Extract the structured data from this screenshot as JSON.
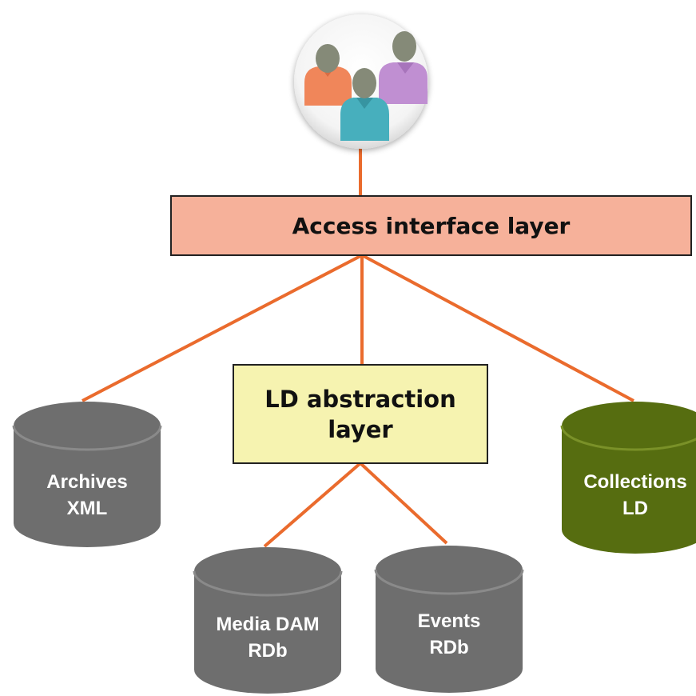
{
  "access_layer": {
    "label": "Access interface layer"
  },
  "ld_layer": {
    "label": "LD abstraction\nlayer"
  },
  "databases": {
    "archives": {
      "label": "Archives\nXML",
      "color": "#6e6e6e"
    },
    "collections": {
      "label": "Collections\nLD",
      "color": "#566d10"
    },
    "media": {
      "label": "Media DAM\nRDb",
      "color": "#6e6e6e"
    },
    "events": {
      "label": "Events\nRDb",
      "color": "#6e6e6e"
    }
  },
  "users_icon": {
    "icon": "users-group-icon",
    "colors": [
      "#f0865a",
      "#47afbd",
      "#c08fd2"
    ]
  },
  "colors": {
    "connector": "#ea6b2d",
    "access_fill": "#f6b19a",
    "ld_fill": "#f6f3b0"
  }
}
